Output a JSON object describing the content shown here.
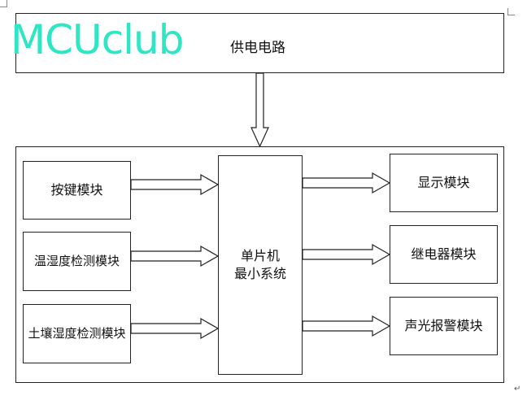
{
  "logo": {
    "text": "MCUclub",
    "color": "#2ee6c3"
  },
  "power": {
    "label": "供电电路"
  },
  "inputs": [
    {
      "label": "按键模块"
    },
    {
      "label": "温湿度检测模块"
    },
    {
      "label": "土壤湿度检测模块"
    }
  ],
  "mcu": {
    "line1": "单片机",
    "line2": "最小系统"
  },
  "outputs": [
    {
      "label": "显示模块"
    },
    {
      "label": "继电器模块"
    },
    {
      "label": "声光报警模块"
    }
  ],
  "paragraph_mark": "↵"
}
